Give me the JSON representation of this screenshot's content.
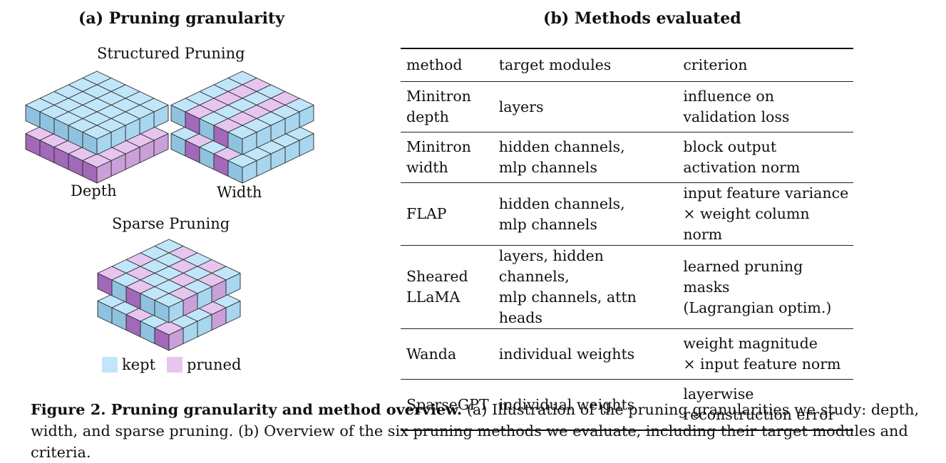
{
  "panel_a": {
    "title": "(a) Pruning granularity",
    "structured_label": "Structured Pruning",
    "depth_label": "Depth",
    "width_label": "Width",
    "sparse_label": "Sparse Pruning",
    "legend": {
      "kept": "kept",
      "pruned": "pruned"
    },
    "colors": {
      "kept_top": "#c2e6f9",
      "kept_left": "#8fc2df",
      "kept_right": "#a8d6ef",
      "pruned_top": "#e6c6ef",
      "pruned_left": "#a169b8",
      "pruned_right": "#c9a0d9"
    }
  },
  "panel_b": {
    "title": "(b) Methods evaluated",
    "headers": [
      "method",
      "target modules",
      "criterion"
    ],
    "rows": [
      [
        "Minitron\ndepth",
        "layers",
        "influence on\nvalidation loss"
      ],
      [
        "Minitron\nwidth",
        "hidden channels,\nmlp channels",
        "block output\nactivation norm"
      ],
      [
        "FLAP",
        "hidden channels,\nmlp channels",
        "input feature variance\n× weight column norm"
      ],
      [
        "Sheared\nLLaMA",
        "layers, hidden channels,\nmlp channels, attn heads",
        "learned pruning masks\n(Lagrangian optim.)"
      ],
      [
        "Wanda",
        "individual weights",
        "weight magnitude\n× input feature norm"
      ],
      [
        "SparseGPT",
        "individual weights",
        "layerwise\nreconstruction error"
      ]
    ]
  },
  "caption": {
    "bold": "Figure 2. Pruning granularity and method overview.",
    "text": " (a) Illustration of the pruning granularities we study: depth, width, and sparse pruning. (b) Overview of the six pruning methods we evaluate, including their target modules and criteria."
  }
}
